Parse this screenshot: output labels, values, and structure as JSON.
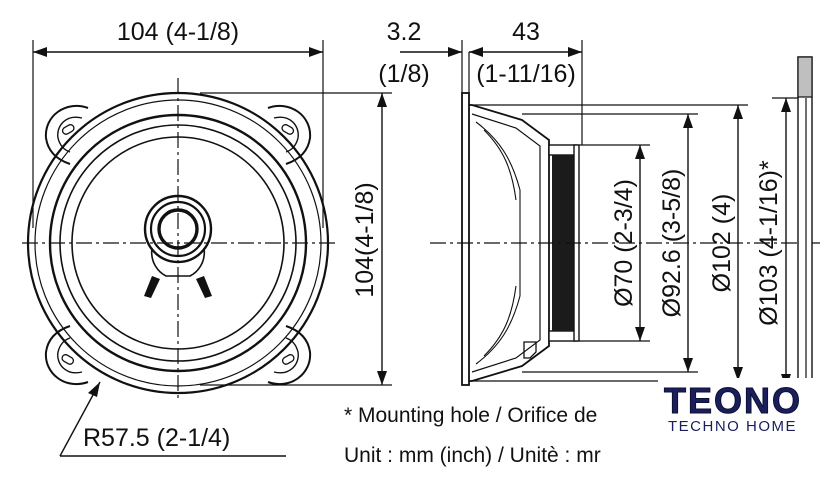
{
  "front_view": {
    "width_dim": "104 (4-1/8)",
    "height_dim": "104(4-1/8)",
    "radius_dim": "R57.5 (2-1/4)"
  },
  "side_view": {
    "flange_dim": "3.2",
    "flange_dim_inch": "(1/8)",
    "depth_dim": "43",
    "depth_dim_inch": "(1-11/16)",
    "magnet_dia": "Ø70 (2-3/4)",
    "frame_dia": "Ø92.6 (3-5/8)",
    "cone_dia": "Ø102 (4)",
    "mount_dia": "Ø103 (4-1/16)*"
  },
  "notes": {
    "mounting": "* Mounting hole / Orifice de",
    "unit": "Unit : mm (inch) / Unitè : mr"
  },
  "logo": {
    "brand": "TEONO",
    "tagline": "TECHNO HOME"
  }
}
